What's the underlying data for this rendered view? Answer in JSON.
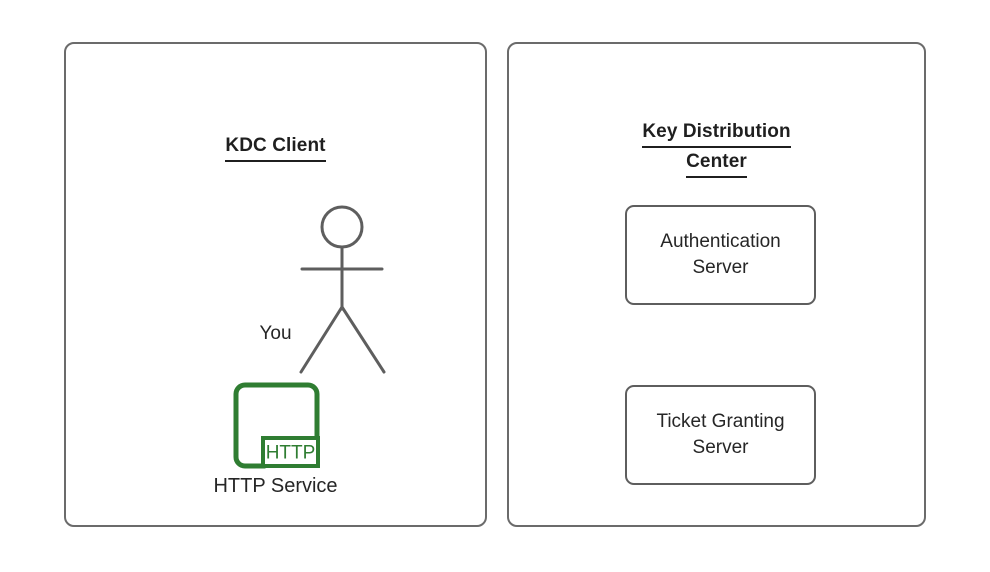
{
  "diagram": {
    "title": "Kerberos KDC overview diagram",
    "background_color": "#ffffff",
    "stroke_color": "#6b6b6b",
    "text_color": "#262626",
    "accent_green": "#2f7d32"
  },
  "panels": [
    {
      "id": "kdc-client",
      "title_lines": [
        "KDC Client"
      ],
      "nodes": [
        {
          "id": "actor-you",
          "type": "stick-figure",
          "label": "You"
        },
        {
          "id": "http-service",
          "type": "service-icon",
          "label": "HTTP Service",
          "badge": "HTTP"
        }
      ]
    },
    {
      "id": "key-distribution-center",
      "title_lines": [
        "Key Distribution",
        "Center"
      ],
      "nodes": [
        {
          "id": "authentication-server",
          "type": "box",
          "label": "Authentication\nServer"
        },
        {
          "id": "ticket-granting-server",
          "type": "box",
          "label": "Ticket Granting\nServer"
        }
      ]
    }
  ]
}
